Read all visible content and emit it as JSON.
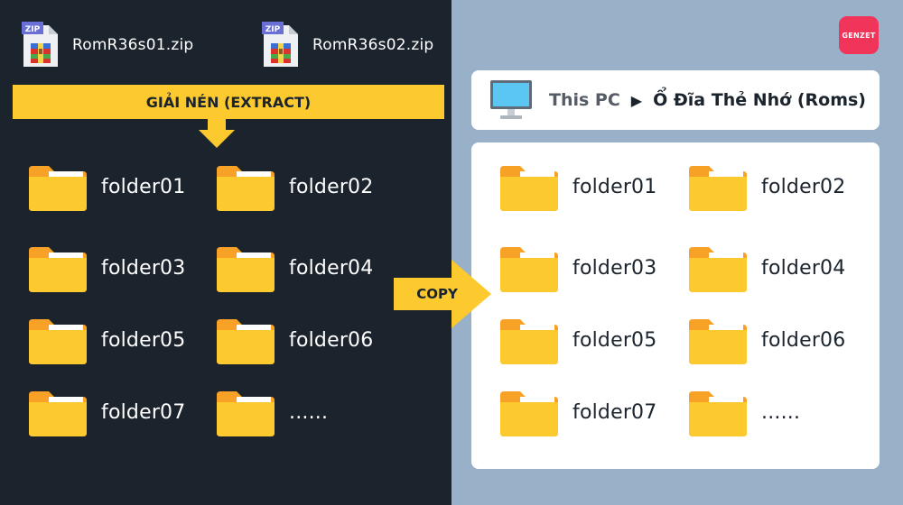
{
  "zip_files": [
    {
      "name": "RomR36s01.zip",
      "badge": "ZIP"
    },
    {
      "name": "RomR36s02.zip",
      "badge": "ZIP"
    }
  ],
  "extract_label": "GIẢI NÉN (EXTRACT)",
  "copy_label": "COPY",
  "left_folders": [
    "folder01",
    "folder02",
    "folder03",
    "folder04",
    "folder05",
    "folder06",
    "folder07",
    "......"
  ],
  "breadcrumb": {
    "pc": "This PC",
    "separator": "▶",
    "drive": "Ổ Đĩa Thẻ Nhớ (Roms)"
  },
  "right_folders": [
    "folder01",
    "folder02",
    "folder03",
    "folder04",
    "folder05",
    "folder06",
    "folder07",
    "......"
  ],
  "logo_text": "GENZET",
  "colors": {
    "dark_bg": "#1b232d",
    "light_bg": "#98b0c8",
    "accent_yellow": "#fcca2e",
    "folder_yellow": "#fcca2e",
    "folder_tab": "#f7a127",
    "logo_pink": "#f0345a"
  }
}
